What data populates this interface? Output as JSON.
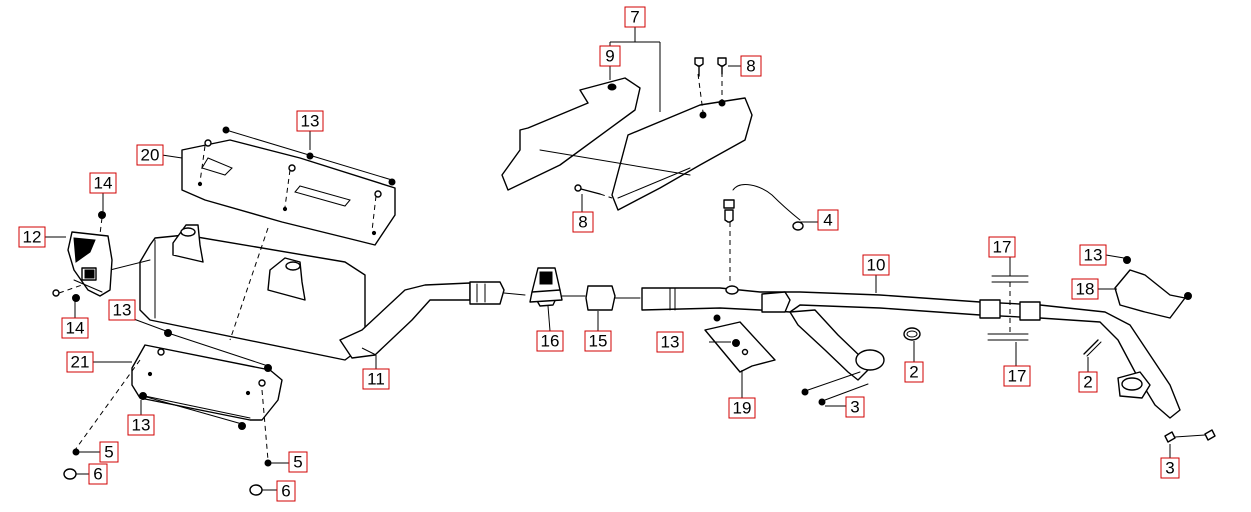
{
  "callouts": {
    "c7": "7",
    "c9": "9",
    "c8a": "8",
    "c8b": "8",
    "c4": "4",
    "c13a": "13",
    "c20": "20",
    "c14a": "14",
    "c12": "12",
    "c14b": "14",
    "c13b": "13",
    "c21": "21",
    "c13c": "13",
    "c5a": "5",
    "c6a": "6",
    "c5b": "5",
    "c6b": "6",
    "c11": "11",
    "c16": "16",
    "c15": "15",
    "c13d": "13",
    "c19": "19",
    "c10": "10",
    "c2a": "2",
    "c3a": "3",
    "c17a": "17",
    "c17b": "17",
    "c13e": "13",
    "c18": "18",
    "c2b": "2",
    "c3b": "3"
  }
}
